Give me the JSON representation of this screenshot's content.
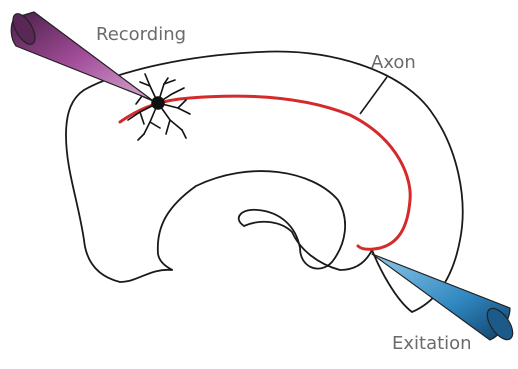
{
  "diagram": {
    "labels": {
      "recording": "Recording",
      "axon": "Axon",
      "excitation": "Exitation"
    },
    "colors": {
      "outline": "#1a1a1a",
      "axon": "#d42a2a",
      "recording_electrode": "#8e3f86",
      "stimulating_electrode": "#2f86bf",
      "label_text": "#6b6b6b"
    }
  }
}
